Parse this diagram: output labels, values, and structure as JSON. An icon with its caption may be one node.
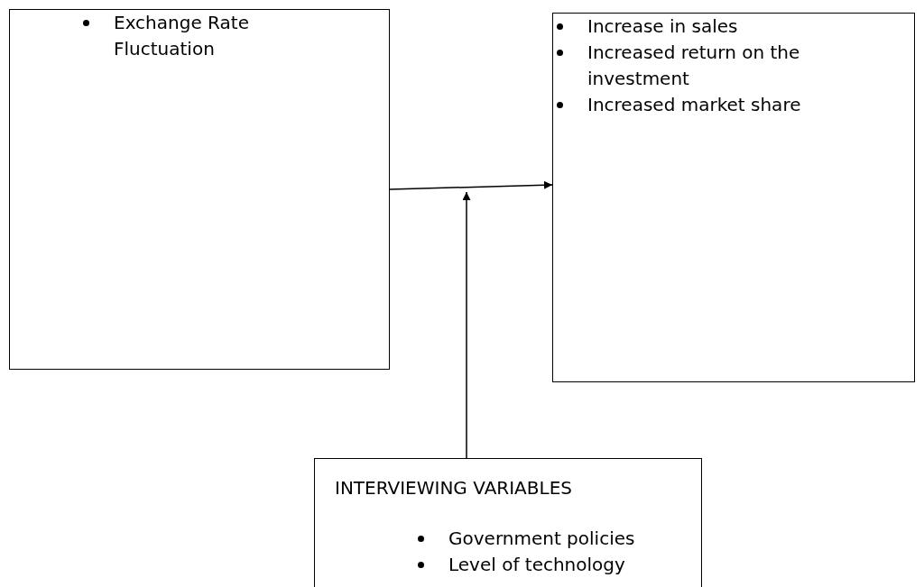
{
  "diagram": {
    "nodes": [
      {
        "text": [
          "Exchange Rate Fluctuation"
        ]
      },
      {
        "text": [
          "Increase in sales",
          "Increased return on the investment",
          "Increased market share"
        ]
      },
      {
        "text": [
          "INTERVIEWING VARIABLES",
          "Government policies",
          "Level of technology"
        ]
      }
    ],
    "edges": [
      {
        "from": 0,
        "to": 1,
        "arrow": "to"
      },
      {
        "from": 2,
        "to": null,
        "arrow": "to"
      }
    ]
  }
}
